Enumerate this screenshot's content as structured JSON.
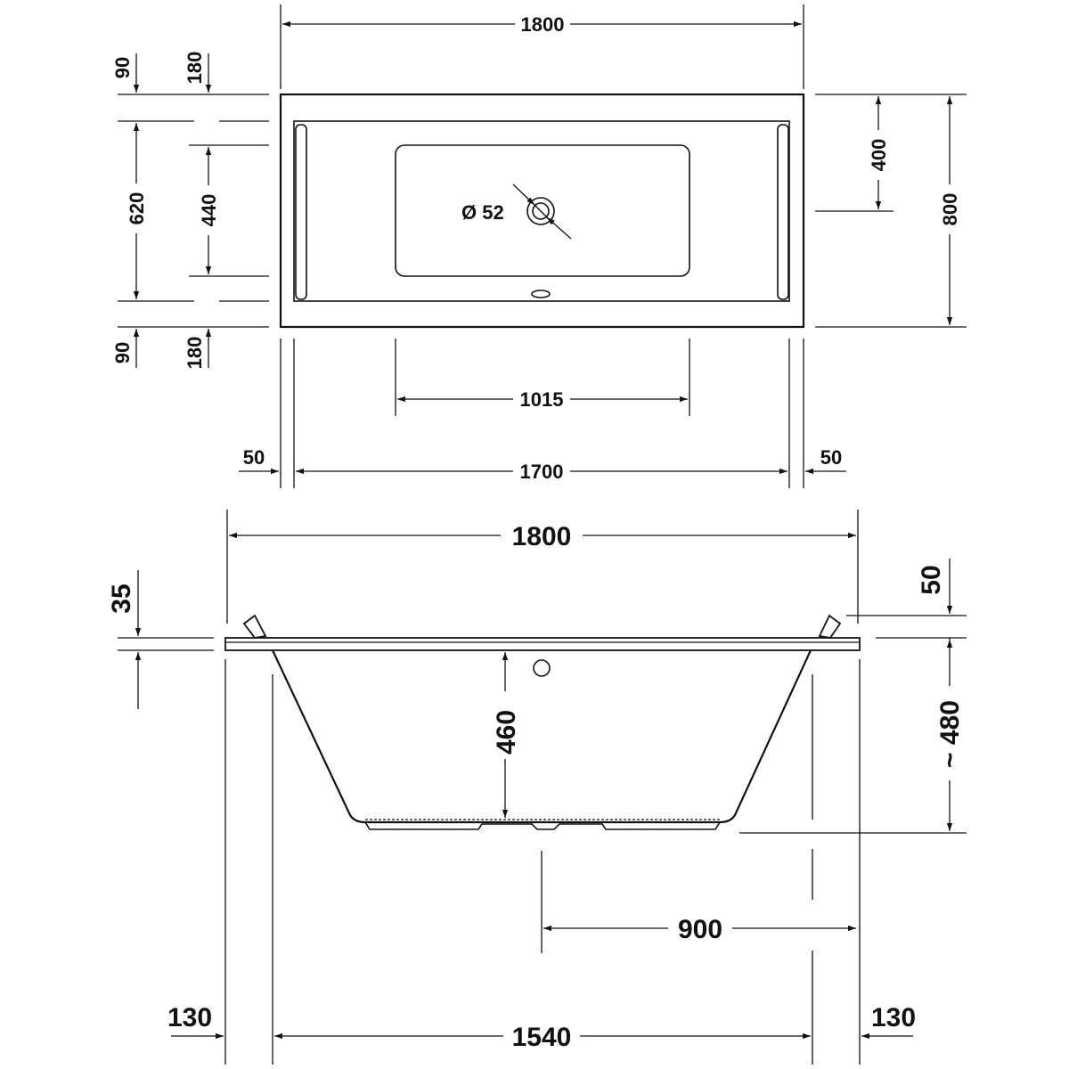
{
  "top_view": {
    "overall_length": "1800",
    "overall_width": "800",
    "inner_length": "1700",
    "bottom_length": "1015",
    "side_left": "50",
    "side_right": "50",
    "rim_top_small": "90",
    "rim_top_large": "180",
    "rim_bottom_small": "90",
    "rim_bottom_large": "180",
    "inner_width": "620",
    "bottom_width": "440",
    "drain_offset": "400",
    "drain_diameter": "Ø 52"
  },
  "side_view": {
    "overall_length": "1800",
    "rim_thickness": "35",
    "backrest_height": "50",
    "inner_depth": "460",
    "overall_height": "~ 480",
    "drain_position": "900",
    "base_length": "1540",
    "left_overhang": "130",
    "right_overhang": "130"
  }
}
